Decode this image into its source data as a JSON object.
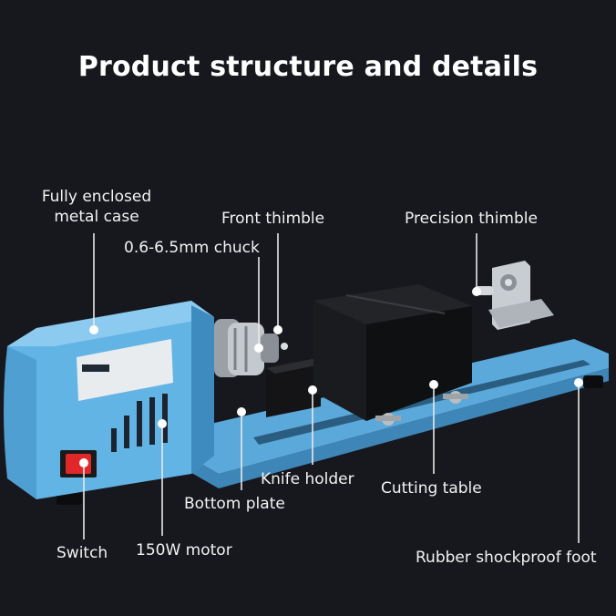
{
  "title": "Product structure and details",
  "labels": {
    "case": [
      "Fully enclosed",
      "metal case"
    ],
    "front_thimble": "Front thimble",
    "precision_thimble": "Precision thimble",
    "chuck": "0.6-6.5mm chuck",
    "knife_holder": "Knife holder",
    "cutting_table": "Cutting table",
    "bottom_plate": "Bottom plate",
    "switch": "Switch",
    "motor": "150W motor",
    "foot": "Rubber shockproof foot"
  },
  "colors": {
    "background": "#16181d",
    "body_blue": "#5fb2e3",
    "switch_red": "#e0282a",
    "label_text": "#f2f2f2"
  }
}
